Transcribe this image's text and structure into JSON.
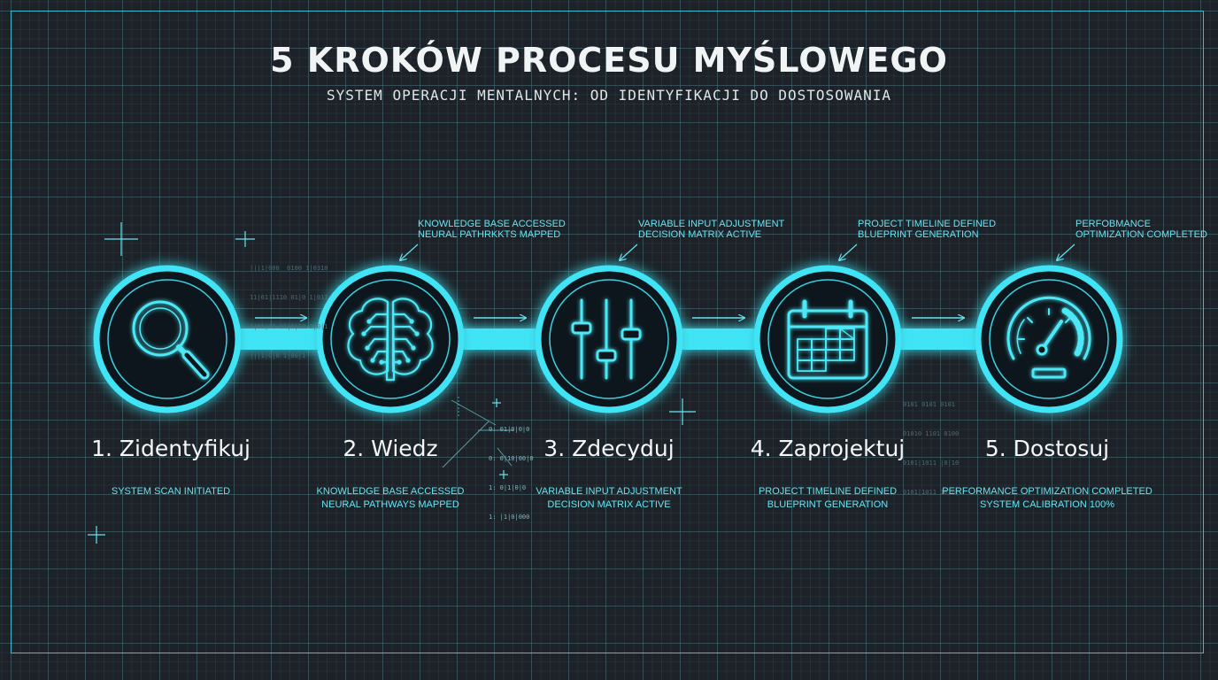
{
  "header": {
    "title": "5 KROKÓW PROCESU MYŚLOWEGO",
    "subtitle": "SYSTEM OPERACJI MENTALNYCH: OD IDENTYFIKACJI DO DOSTOSOWANIA"
  },
  "colors": {
    "accent": "#3fe4f5",
    "background": "#1c2228",
    "text": "#f1f4f5"
  },
  "steps": [
    {
      "title": "1. Zidentyfikuj",
      "icon": "magnifier-icon",
      "annotation": [],
      "desc": [
        "SYSTEM SCAN INITIATED"
      ]
    },
    {
      "title": "2. Wiedz",
      "icon": "brain-icon",
      "annotation": [
        "KNOWLEDGE BASE ACCESSED",
        "NEURAL PATHRKKTS MAPPED"
      ],
      "desc": [
        "KNOWLEDGE BASE ACCESSED",
        "NEURAL PATHWAYS MAPPED"
      ]
    },
    {
      "title": "3. Zdecyduj",
      "icon": "sliders-icon",
      "annotation": [
        "VARIABLE INPUT ADJUSTMENT",
        "DECISION MATRIX ACTIVE"
      ],
      "desc": [
        "VARIABLE INPUT ADJUSTMENT",
        "DECISION MATRIX ACTIVE"
      ]
    },
    {
      "title": "4. Zaprojektuj",
      "icon": "calendar-icon",
      "annotation": [
        "PROJECT TIMELINE DEFINED",
        "BLUEPRINT GENERATION"
      ],
      "desc": [
        "PROJECT TIMELINE DEFINED",
        "BLUEPRINT GENERATION"
      ]
    },
    {
      "title": "5. Dostosuj",
      "icon": "gauge-icon",
      "annotation": [
        "PERFOBMANCE",
        "OPTIMIZATION COMPLETED"
      ],
      "desc": [
        "PERFORMANCE OPTIMIZATION COMPLETED",
        "SYSTEM CALIBRATION 100%"
      ]
    }
  ],
  "decor": {
    "binary_1": [
      "|||1|000  0100 1|0310",
      "11|01|1110 01|0 1|011",
      "1|01|00 01|0|10 1|0|1",
      "|||1|0|0 1|00|1"
    ],
    "binary_2": [
      "0: 01|0|0|0",
      "0: 0|10|00|0",
      "1: 0|1|0|0",
      "1: |1|0|000"
    ],
    "binary_3": [
      "0101 0101 0101",
      "01010 1101 0100",
      "0101|1011 |0|10",
      "0101|1011 1010|"
    ]
  }
}
